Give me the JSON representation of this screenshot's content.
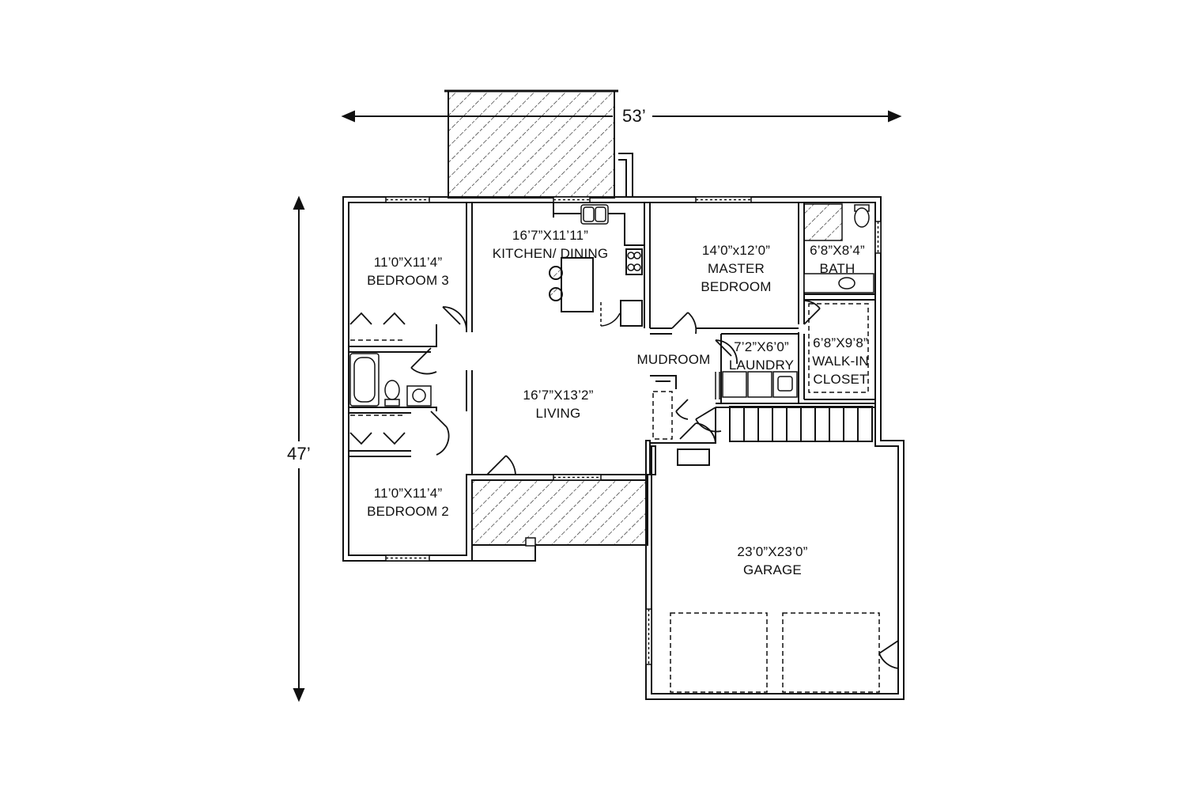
{
  "dimensions": {
    "width_label": "53’",
    "depth_label": "47’"
  },
  "rooms": {
    "kitchen": {
      "size": "16’7”X11’11”",
      "name": "KITCHEN/ DINING"
    },
    "bedroom3": {
      "size": "11’0”X11’4”",
      "name": "BEDROOM 3"
    },
    "master": {
      "size": "14’0”x12’0”",
      "name_line1": "MASTER",
      "name_line2": "BEDROOM"
    },
    "bath": {
      "size": "6’8”X8’4”",
      "name": "BATH"
    },
    "mudroom": {
      "name": "MUDROOM"
    },
    "laundry": {
      "size": "7’2”X6’0”",
      "name": "LAUNDRY"
    },
    "closet": {
      "size": "6’8”X9’8”",
      "name_line1": "WALK-IN",
      "name_line2": "CLOSET"
    },
    "living": {
      "size": "16’7”X13’2”",
      "name": "LIVING"
    },
    "bedroom2": {
      "size": "11’0”X11’4”",
      "name": "BEDROOM 2"
    },
    "garage": {
      "size": "23’0”X23’0”",
      "name": "GARAGE"
    }
  },
  "colors": {
    "line": "#111111",
    "background": "#ffffff"
  }
}
